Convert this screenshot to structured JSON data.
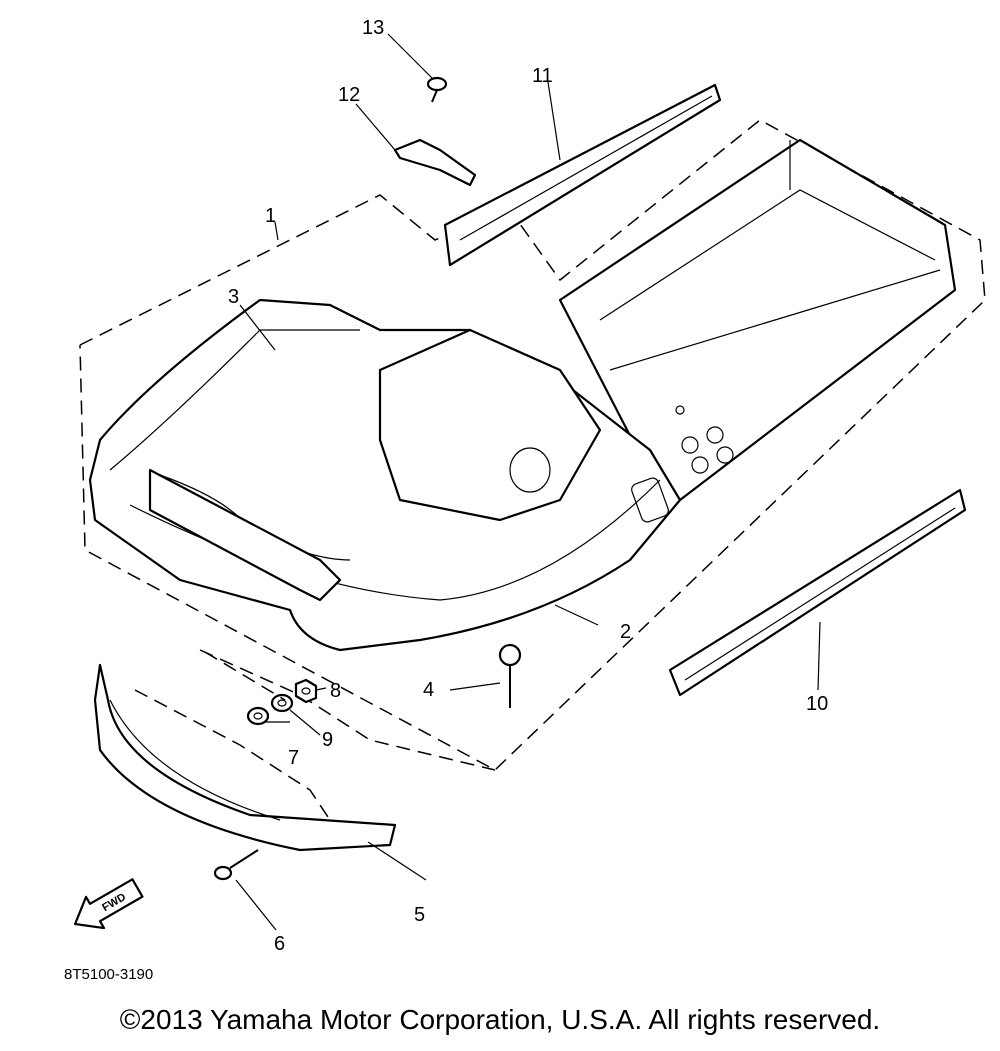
{
  "callouts": [
    {
      "id": "1",
      "text": "1"
    },
    {
      "id": "2",
      "text": "2"
    },
    {
      "id": "3",
      "text": "3"
    },
    {
      "id": "4",
      "text": "4"
    },
    {
      "id": "5",
      "text": "5"
    },
    {
      "id": "6",
      "text": "6"
    },
    {
      "id": "7",
      "text": "7"
    },
    {
      "id": "8",
      "text": "8"
    },
    {
      "id": "9",
      "text": "9"
    },
    {
      "id": "10",
      "text": "10"
    },
    {
      "id": "11",
      "text": "11"
    },
    {
      "id": "12",
      "text": "12"
    },
    {
      "id": "13",
      "text": "13"
    }
  ],
  "fwd_arrow_text": "FWD",
  "drawing_code": "8T5100-3190",
  "copyright": "©2013 Yamaha Motor Corporation, U.S.A. All rights reserved."
}
